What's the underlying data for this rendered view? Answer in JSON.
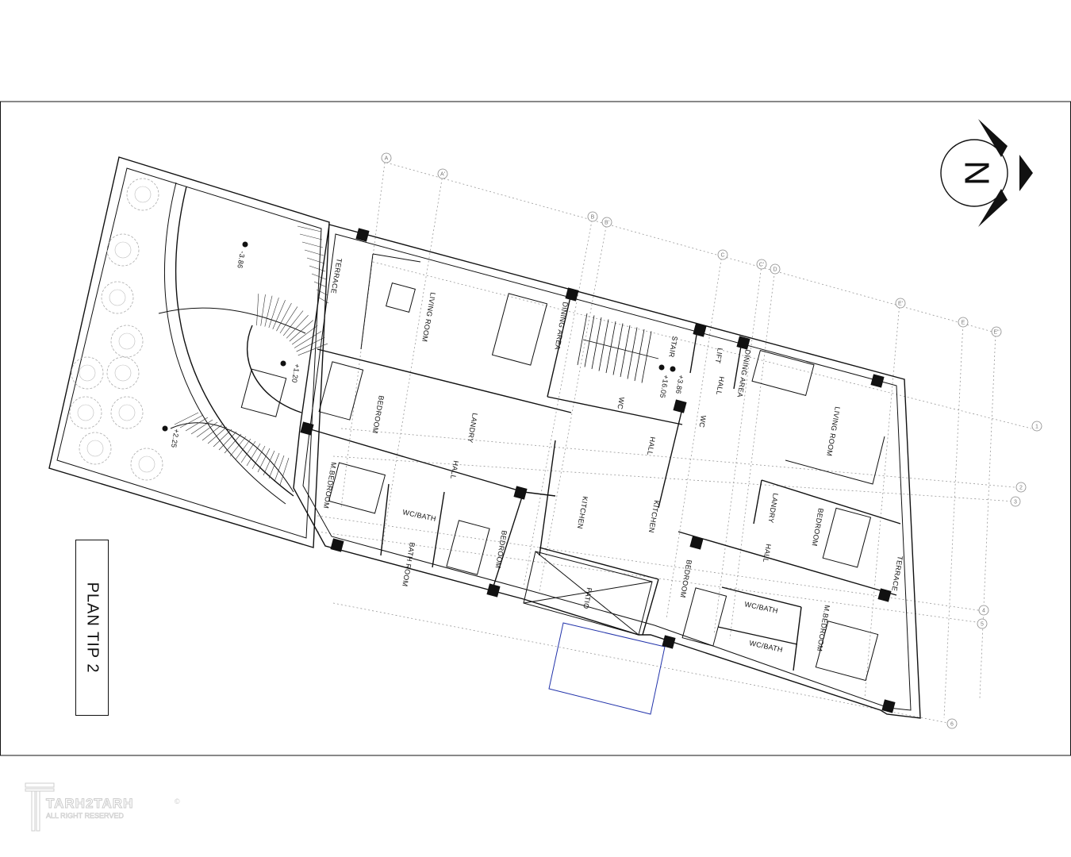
{
  "drawing": {
    "title": "PLAN TIP 2",
    "north_label": "N",
    "rooms": {
      "terrace_left": "TERRACE",
      "living_left": "LIVING ROOM",
      "dining_left": "DINING AREA",
      "bedroom_left_1": "BEDROOM",
      "laundry_left": "LANDRY",
      "hall_left": "HALL",
      "master_left": "M.BEDROOM",
      "wcbath_left": "WC/BATH",
      "bath_left": "BATH ROOM",
      "bedroom_left_2": "BEDROOM",
      "kitchen_left": "KITCHEN",
      "stair": "STAIR",
      "wc_stair": "WC",
      "hall_center": "HALL",
      "kitchen_right": "KITCHEN",
      "patio": "PATIO",
      "lift": "LIFT",
      "dining_right": "DINING AREA",
      "hall_right_top": "HALL",
      "wc_right": "WC",
      "living_right": "LIVING ROOM",
      "laundry_right": "LANDRY",
      "bedroom_right_1": "BEDROOM",
      "hall_right": "HALL",
      "terrace_right": "TERRACE",
      "bedroom_right_2": "BEDROOM",
      "wcbath_right_1": "WC/BATH",
      "wcbath_right_2": "WC/BATH",
      "master_right": "M.BEDROOM"
    },
    "levels": [
      "-3.86",
      "+1.20",
      "+2.25",
      "+3.86",
      "+16.05"
    ],
    "grid_labels": [
      "A",
      "A'",
      "B",
      "B'",
      "C",
      "C'",
      "D",
      "E'",
      "E",
      "E''",
      "1",
      "2",
      "3",
      "4",
      "5",
      "6"
    ]
  },
  "watermark": {
    "brand": "TARH2TARH",
    "rights": "ALL RIGHT RESERVED",
    "copyright": "©"
  }
}
